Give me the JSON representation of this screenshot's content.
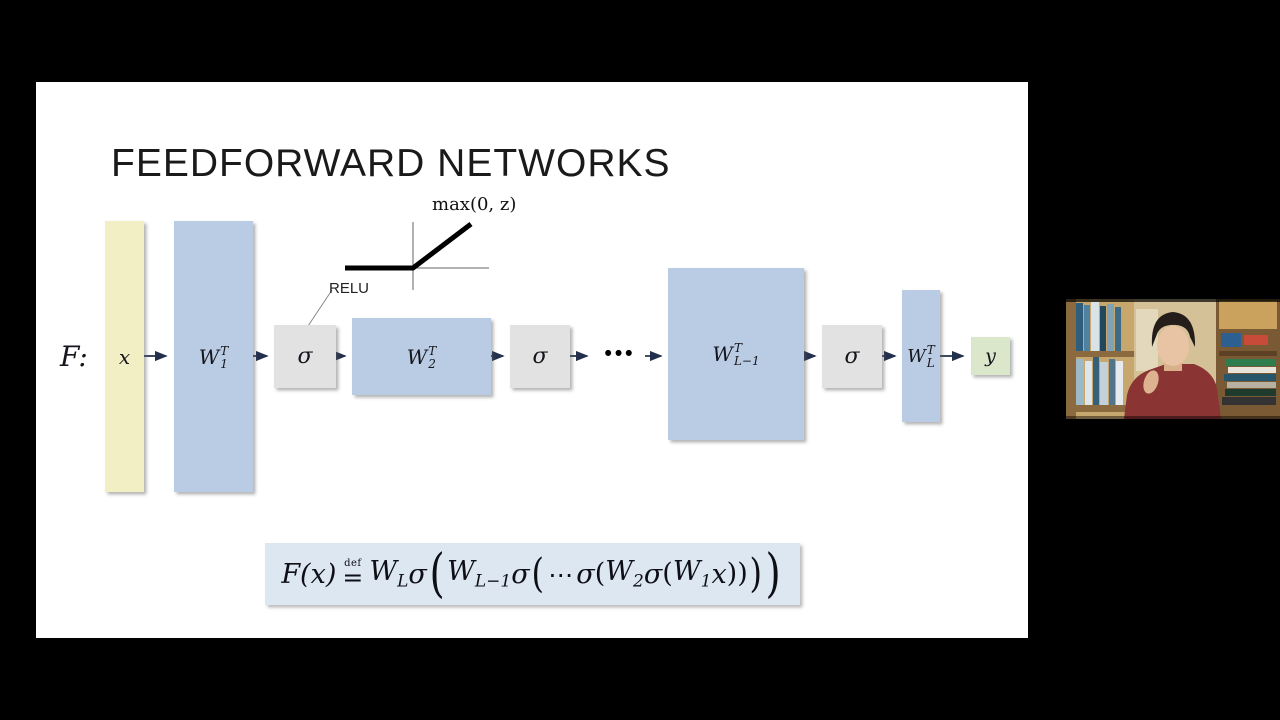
{
  "slide": {
    "title": "FEEDFORWARD NETWORKS",
    "function_label": "F:",
    "input_label": "x",
    "layers": [
      {
        "base": "W",
        "sub": "1",
        "sup": "T"
      },
      {
        "base": "W",
        "sub": "2",
        "sup": "T"
      },
      {
        "base": "W",
        "sub": "L−1",
        "sup": "T"
      },
      {
        "base": "W",
        "sub": "L",
        "sup": "T"
      }
    ],
    "activation_label": "σ",
    "dots": "•••",
    "output_label": "y",
    "relu": {
      "annotation": "RELU",
      "curve_label": "max(0, z)"
    },
    "formula": {
      "lhs": "F(x)",
      "def_label": "def",
      "eq": "=",
      "w": "W",
      "sub_L": "L",
      "sub_Lm1": "L−1",
      "sub_2": "2",
      "sub_1": "1",
      "sigma": "σ",
      "cdots": "⋯",
      "x_var": "x",
      "lparen": "(",
      "rparen": ")"
    }
  },
  "colors": {
    "frame_bg": "#000000",
    "slide_bg": "#ffffff",
    "input_fill": "#f3efc5",
    "layer_fill": "#b9cce4",
    "activation_fill": "#e2e2e2",
    "output_fill": "#dbe7cb",
    "formula_bg": "#dde7f2",
    "arrow": "#23304d",
    "text": "#1a1a1a"
  }
}
